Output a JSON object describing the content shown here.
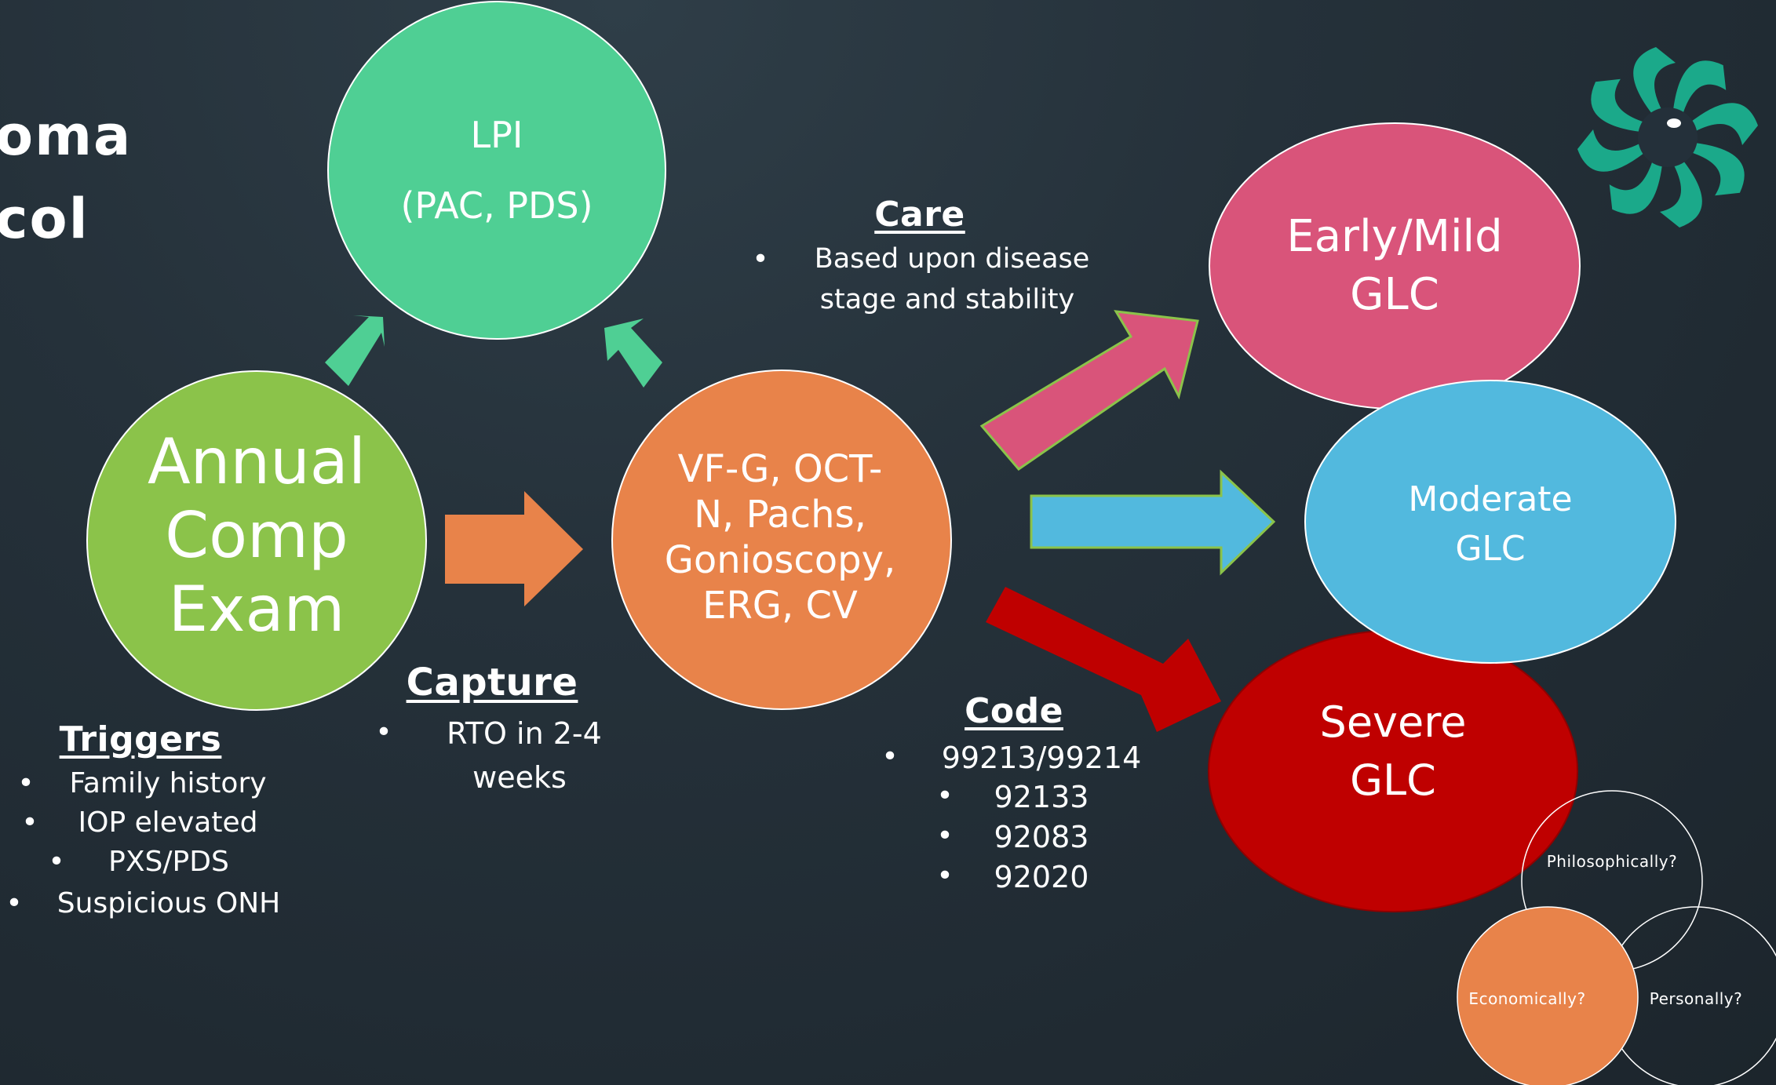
{
  "title": {
    "line1": "oma",
    "line2": "col"
  },
  "nodes": {
    "lpi": {
      "lines": [
        "LPI",
        "(PAC, PDS)"
      ],
      "color": "#4fcf94"
    },
    "annual": {
      "lines": [
        "Annual",
        "Comp",
        "Exam"
      ],
      "color": "#8bc34a"
    },
    "tests": {
      "lines": [
        "VF-G, OCT-",
        "N, Pachs,",
        "Gonioscopy,",
        "ERG, CV"
      ],
      "color": "#e8834a"
    },
    "early": {
      "lines": [
        "Early/Mild",
        "GLC"
      ],
      "color": "#d9547a"
    },
    "moderate": {
      "lines": [
        "Moderate",
        "GLC"
      ],
      "color": "#52b9de"
    },
    "severe": {
      "lines": [
        "Severe",
        "GLC"
      ],
      "color": "#bf0000"
    }
  },
  "sections": {
    "triggers": {
      "heading": "Triggers",
      "items": [
        "Family history",
        "IOP elevated",
        "PXS/PDS",
        "Suspicious ONH"
      ]
    },
    "capture": {
      "heading": "Capture",
      "items": [
        "RTO in 2-4",
        "weeks"
      ]
    },
    "care": {
      "heading": "Care",
      "items": [
        "Based upon disease",
        "stage and stability"
      ]
    },
    "code": {
      "heading": "Code",
      "items": [
        "99213/99214",
        "92133",
        "92083",
        "92020"
      ]
    }
  },
  "venn": {
    "philosophically": "Philosophically?",
    "economically": "Economically?",
    "personally": "Personally?",
    "economically_color": "#e8834a"
  },
  "colors": {
    "green_arrow": "#4fcf94",
    "orange_arrow": "#e8834a",
    "pink_arrow": "#d9547a",
    "blue_arrow": "#52b9de",
    "red_arrow": "#bf0000",
    "arrow_outline": "#8bc34a",
    "logo": "#1ba98a"
  },
  "bullet_char": "•"
}
